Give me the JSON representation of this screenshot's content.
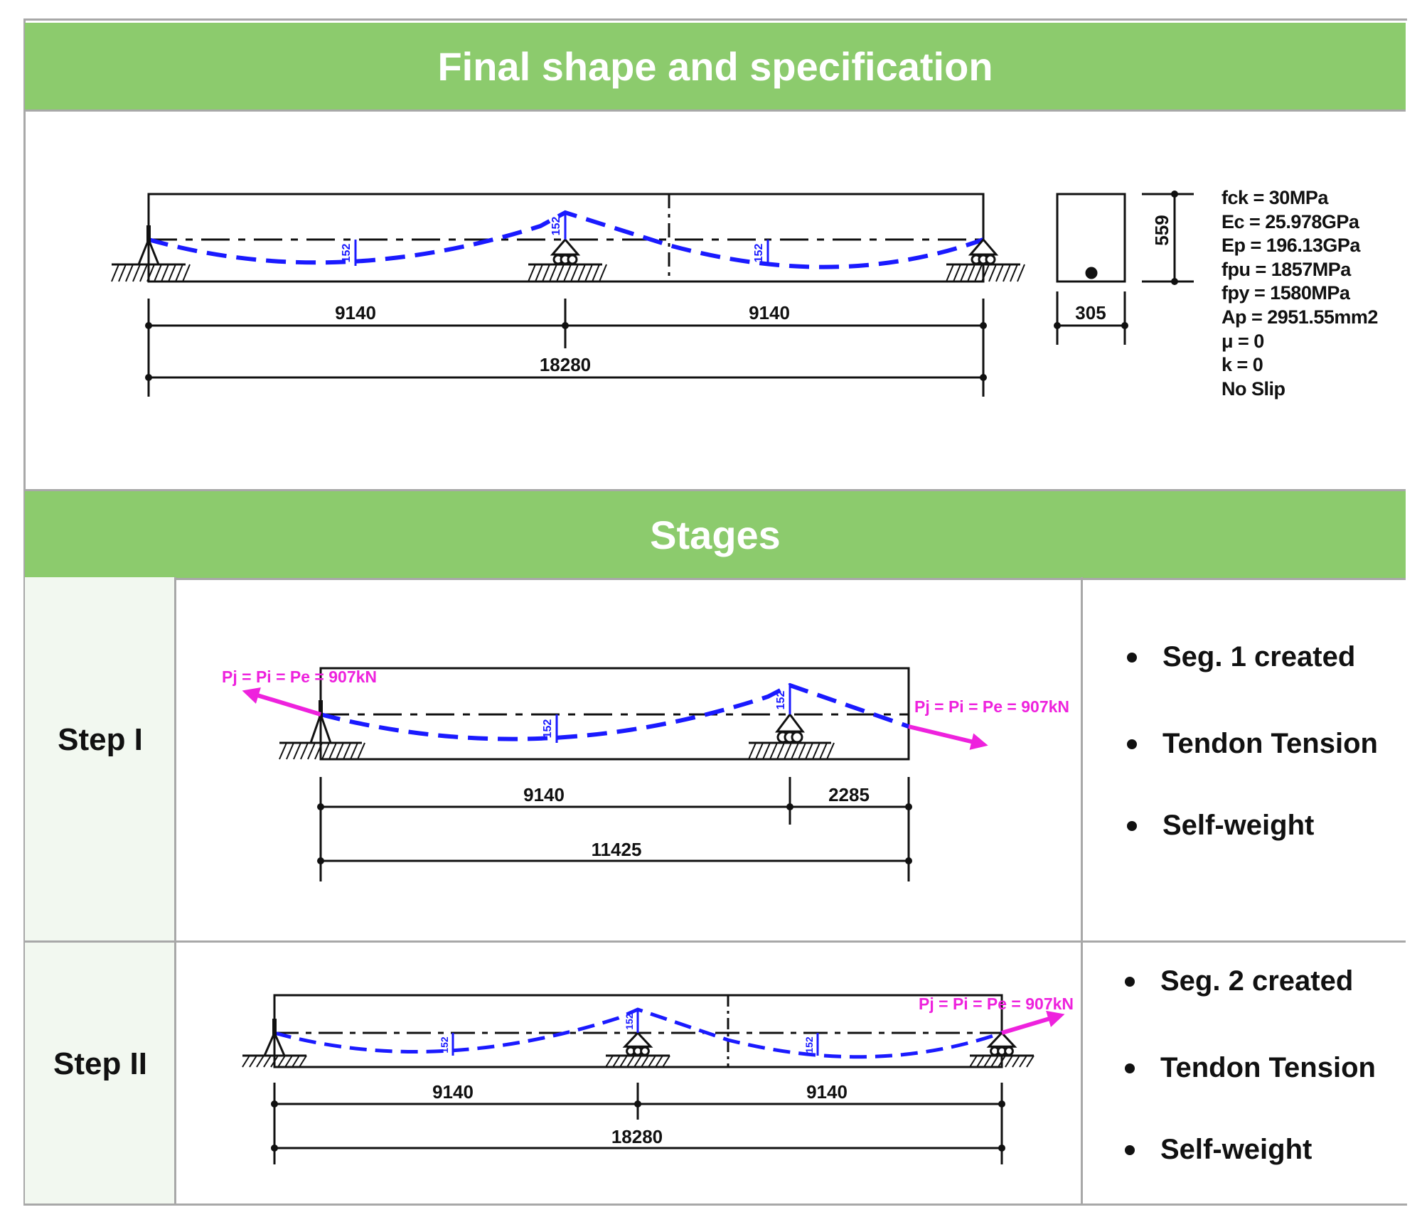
{
  "header": {
    "title": "Final shape and specification"
  },
  "final": {
    "dims": {
      "span1": "9140",
      "span2": "9140",
      "total": "18280"
    },
    "section": {
      "height": "559",
      "width": "305"
    },
    "eccentricity": [
      "152",
      "152",
      "152"
    ],
    "specs": [
      "fck = 30MPa",
      "Ec = 25.978GPa",
      "Ep = 196.13GPa",
      "fpu = 1857MPa",
      "fpy = 1580MPa",
      "Ap = 2951.55mm2",
      "μ = 0",
      "k = 0",
      "No Slip"
    ]
  },
  "stages": {
    "title": "Stages",
    "steps": [
      {
        "label": "Step I",
        "force_label_left": "Pj = Pi = Pe = 907kN",
        "force_label_right": "Pj = Pi = Pe = 907kN",
        "dims": {
          "span1": "9140",
          "span2": "2285",
          "total": "11425"
        },
        "eccentricity": [
          "152",
          "152"
        ],
        "items": [
          "Seg. 1 created",
          "Tendon Tension",
          "Self-weight"
        ]
      },
      {
        "label": "Step II",
        "force_label_right": "Pj = Pi = Pe = 907kN",
        "dims": {
          "span1": "9140",
          "span2": "9140",
          "total": "18280"
        },
        "eccentricity": [
          "152",
          "152",
          "152"
        ],
        "items": [
          "Seg. 2 created",
          "Tendon Tension",
          "Self-weight"
        ]
      }
    ]
  },
  "colors": {
    "header": "#8ccb6d",
    "tendon": "#1a1aff",
    "force": "#ee22dd",
    "step_cell": "#f2f8f0"
  }
}
